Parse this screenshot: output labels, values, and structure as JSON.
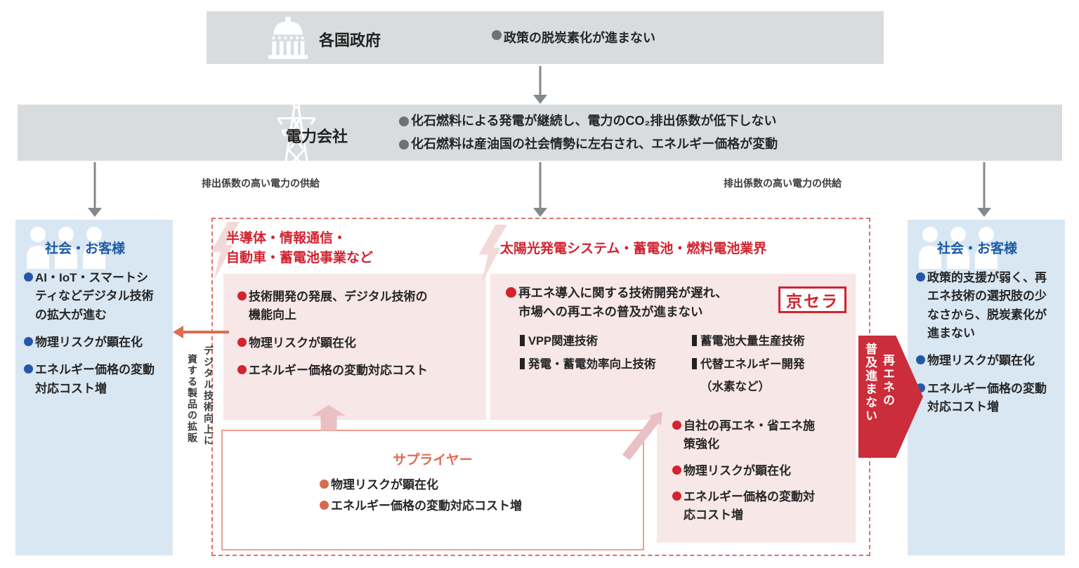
{
  "government": {
    "title": "各国政府",
    "bullets": [
      "政策の脱炭素化が進まない"
    ]
  },
  "utility": {
    "title": "電力会社",
    "bullets": [
      "化石燃料による発電が継続し、電力のCO₂排出係数が低下しない",
      "化石燃料は産油国の社会情勢に左右され、エネルギー価格が変動"
    ]
  },
  "supply": {
    "left": "排出係数の高い電力の供給",
    "right": "排出係数の高い電力の供給"
  },
  "society_left": {
    "title": "社会・お客様",
    "bullets": [
      "AI・IoT・スマートシティなどデジタル技術の拡大が進む",
      "物理リスクが顕在化",
      "エネルギー価格の変動対応コスト増"
    ]
  },
  "society_right": {
    "title": "社会・お客様",
    "bullets": [
      "政策的支援が弱く、再エネ技術の選択肢の少なさから、脱炭素化が進まない",
      "物理リスクが顕在化",
      "エネルギー価格の変動対応コスト増"
    ]
  },
  "industry_left": {
    "title_lines": [
      "半導体・情報通信・",
      "自動車・蓄電池事業など"
    ],
    "bullets": [
      "技術開発の発展、デジタル技術の機能向上",
      "物理リスクが顕在化",
      "エネルギー価格の変動対応コスト"
    ]
  },
  "industry_right": {
    "title": "太陽光発電システム・蓄電池・燃料電池業界",
    "lead": "再エネ導入に関する技術開発が遅れ、市場への再エネの普及が進まない",
    "company": "京セラ",
    "tech_col1": [
      "VPP関連技術",
      "発電・蓄電効率向上技術"
    ],
    "tech_col2": [
      "蓄電池大量生産技術",
      "代替エネルギー開発"
    ],
    "tech_col2_note": "（水素など）"
  },
  "company_measures": {
    "bullets": [
      "自社の再エネ・省エネ施策強化",
      "物理リスクが顕在化",
      "エネルギー価格の変動対応コスト増"
    ]
  },
  "supplier": {
    "title": "サプライヤー",
    "bullets": [
      "物理リスクが顕在化",
      "エネルギー価格の変動対応コスト増"
    ]
  },
  "flow_labels": {
    "digital_lines": [
      "デジタル技術向上に",
      "資する製品の拡販"
    ],
    "renewable_lines": [
      "再エネの",
      "普及進まない"
    ]
  },
  "colors": {
    "accent_red": "#d2232f",
    "arrow_crimson": "#cb2d3a",
    "blue": "#1d5aa5",
    "blue_bg": "#d9e7f3",
    "pink_bg": "#f7e7e6",
    "gray_band": "#d9dcde",
    "gray_arrow": "#85898c",
    "salmon": "#e16a51",
    "rose": "#e9c0c4",
    "dashed_border": "#e0716c"
  }
}
